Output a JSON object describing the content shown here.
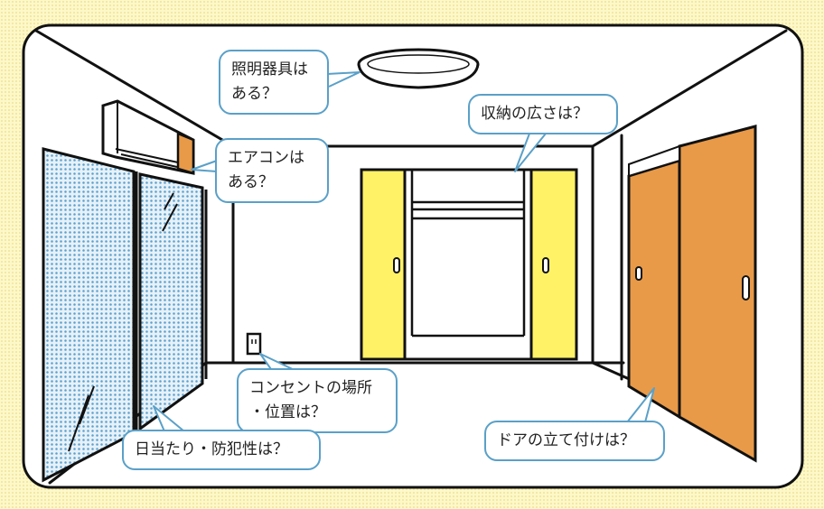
{
  "callouts": {
    "lighting": {
      "line1": "照明器具は",
      "line2": "ある？"
    },
    "aircon": {
      "line1": "エアコンは",
      "line2": "ある？"
    },
    "storage": {
      "line1": "収納の広さは？"
    },
    "outlet": {
      "line1": "コンセントの場所",
      "line2": "・位置は？"
    },
    "sunlight": {
      "line1": "日当たり・防犯性は？"
    },
    "door": {
      "line1": "ドアの立て付けは？"
    }
  },
  "colors": {
    "background": "#fdf8c8",
    "closet_door": "#fff266",
    "room_door": "#e89a48",
    "window_glass": "#bcd8ea",
    "bubble_border": "#5aa0c8",
    "line": "#111111"
  },
  "icons": [
    "ceiling-light-icon",
    "air-conditioner-icon",
    "outlet-icon"
  ]
}
